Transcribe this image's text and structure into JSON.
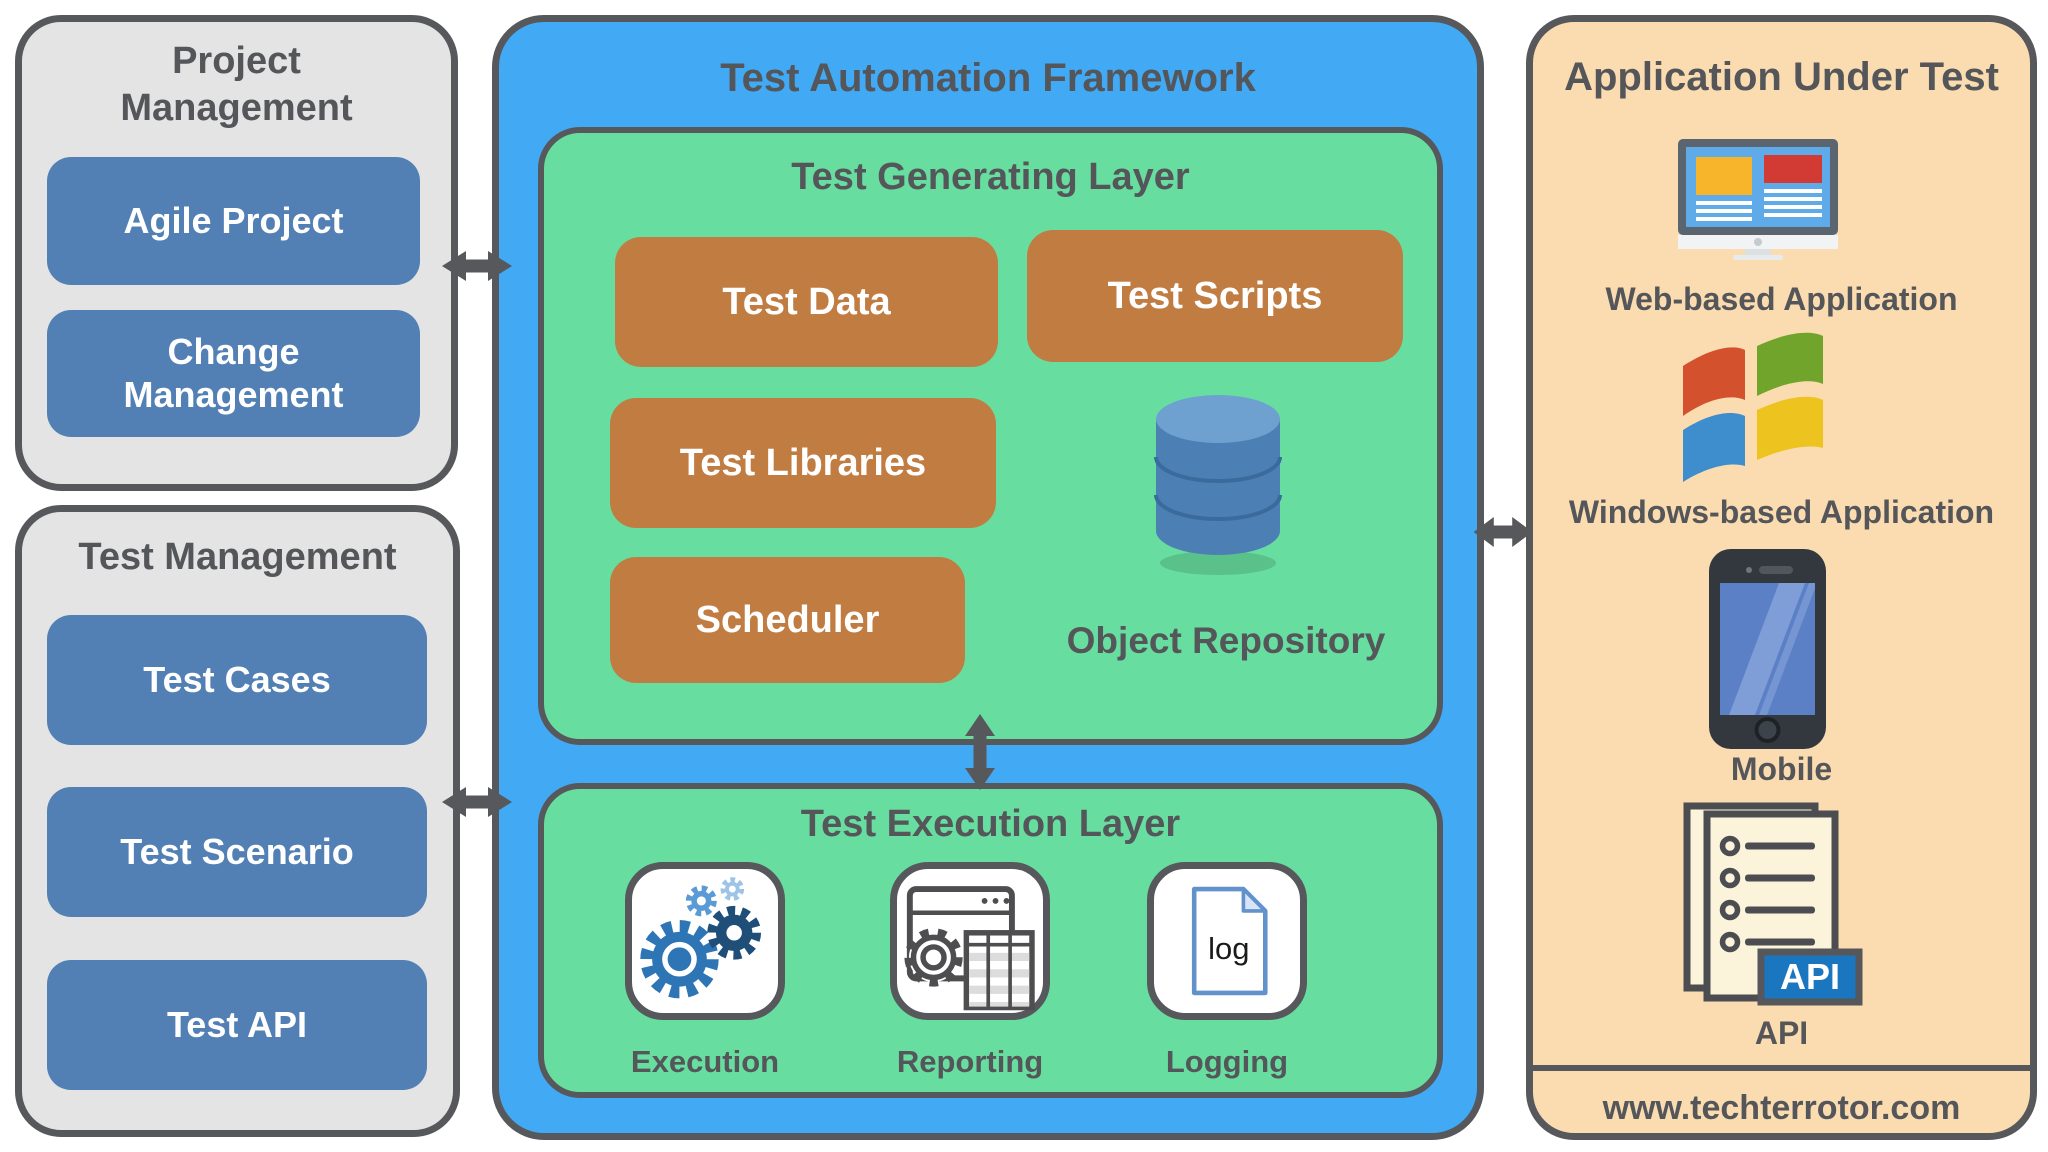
{
  "colors": {
    "outline": "#57585C",
    "text_dark": "#54565A",
    "framework_bg": "#42A9F4",
    "layer_bg": "#67DE9F",
    "module_bg": "#C17C42",
    "item_bg": "#5280B4",
    "panel_bg": "#E4E4E4",
    "aut_bg": "#FBDCB0",
    "badge_bg": "#1B76C0"
  },
  "project_management": {
    "title": "Project Management",
    "items": [
      "Agile Project",
      "Change Management"
    ]
  },
  "test_management": {
    "title": "Test Management",
    "items": [
      "Test Cases",
      "Test Scenario",
      "Test API"
    ]
  },
  "framework": {
    "title": "Test Automation Framework",
    "generating_layer": {
      "title": "Test Generating Layer",
      "modules": [
        "Test Data",
        "Test Scripts",
        "Test Libraries",
        "Scheduler"
      ],
      "repository": {
        "label": "Object Repository",
        "icon": "database-icon"
      }
    },
    "execution_layer": {
      "title": "Test Execution Layer",
      "items": [
        {
          "label": "Execution",
          "icon": "gears-icon"
        },
        {
          "label": "Reporting",
          "icon": "report-icon"
        },
        {
          "label": "Logging",
          "icon": "log-document-icon",
          "icon_text": "log"
        }
      ]
    }
  },
  "application_under_test": {
    "title": "Application Under Test",
    "items": [
      {
        "label": "Web-based Application",
        "icon": "desktop-monitor-icon"
      },
      {
        "label": "Windows-based Application",
        "icon": "windows-logo-icon"
      },
      {
        "label": "Mobile",
        "icon": "smartphone-icon"
      },
      {
        "label": "API",
        "icon": "api-document-icon",
        "badge": "API"
      }
    ],
    "footer": "www.techterrotor.com"
  }
}
